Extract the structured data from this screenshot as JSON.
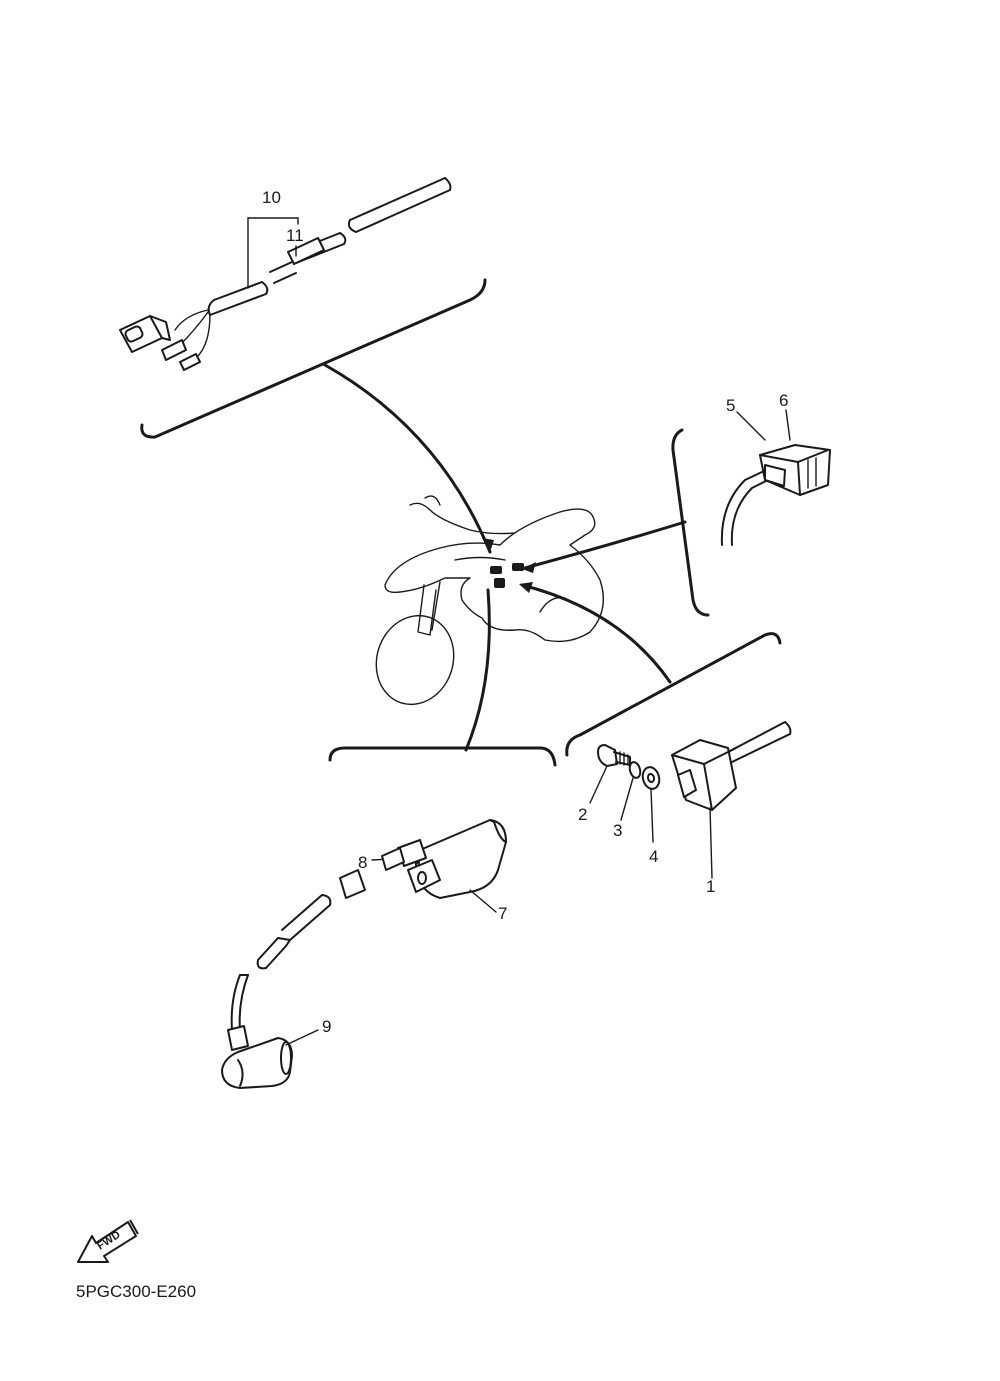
{
  "diagram": {
    "code": "5PGC300-E260",
    "fwd_label": "FWD",
    "callouts": [
      "1",
      "2",
      "3",
      "4",
      "5",
      "6",
      "7",
      "8",
      "9",
      "10",
      "11"
    ]
  }
}
